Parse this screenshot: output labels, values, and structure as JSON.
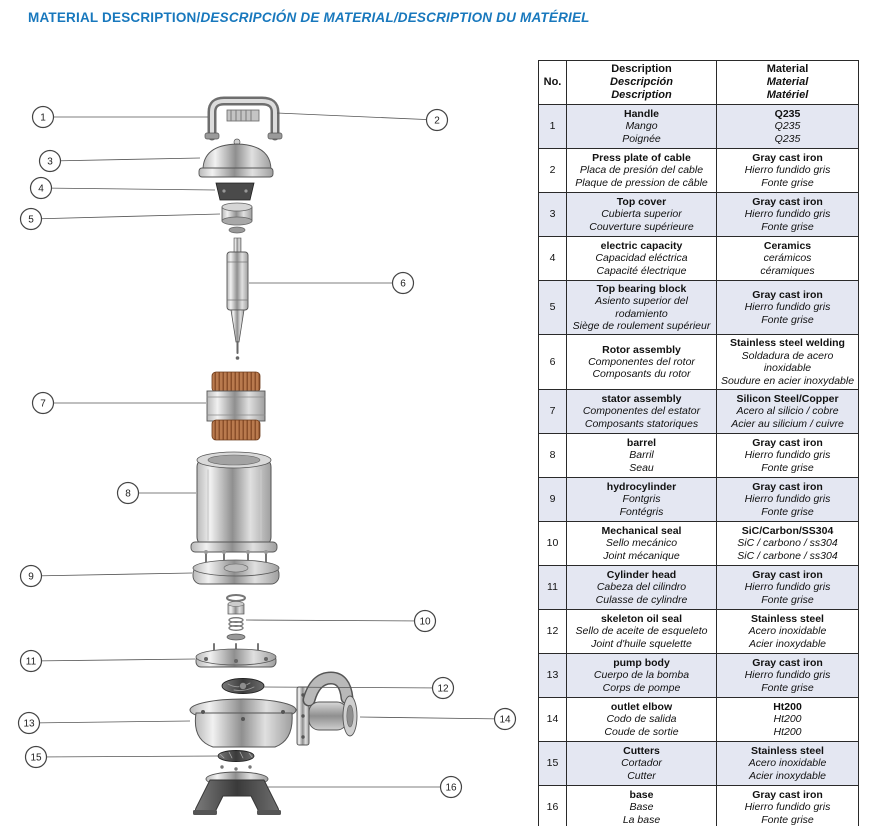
{
  "title": {
    "primary": "MATERIAL DESCRIPTION/",
    "secondary": "DESCRIPCIÓN DE MATERIAL/DESCRIPTION DU MATÉRIEL"
  },
  "table": {
    "headers": {
      "no": "No.",
      "description": [
        "Description",
        "Descripción",
        "Description"
      ],
      "material": [
        "Material",
        "Material",
        "Matériel"
      ]
    },
    "rows": [
      {
        "no": "1",
        "description": [
          "Handle",
          "Mango",
          "Poignée"
        ],
        "material": [
          "Q235",
          "Q235",
          "Q235"
        ]
      },
      {
        "no": "2",
        "description": [
          "Press plate of cable",
          "Placa de presión del cable",
          "Plaque de pression de câble"
        ],
        "material": [
          "Gray cast iron",
          "Hierro fundido gris",
          "Fonte grise"
        ]
      },
      {
        "no": "3",
        "description": [
          "Top cover",
          "Cubierta superior",
          "Couverture supérieure"
        ],
        "material": [
          "Gray cast iron",
          "Hierro fundido gris",
          "Fonte grise"
        ]
      },
      {
        "no": "4",
        "description": [
          "electric capacity",
          "Capacidad eléctrica",
          "Capacité électrique"
        ],
        "material": [
          "Ceramics",
          "cerámicos",
          "céramiques"
        ]
      },
      {
        "no": "5",
        "description": [
          "Top bearing block",
          "Asiento superior del rodamiento",
          "Siège de roulement supérieur"
        ],
        "material": [
          "Gray cast iron",
          "Hierro fundido gris",
          "Fonte grise"
        ]
      },
      {
        "no": "6",
        "description": [
          "Rotor assembly",
          "Componentes del rotor",
          "Composants du rotor"
        ],
        "material": [
          "Stainless steel welding",
          "Soldadura de acero inoxidable",
          "Soudure en acier inoxydable"
        ]
      },
      {
        "no": "7",
        "description": [
          "stator assembly",
          "Componentes del estator",
          "Composants statoriques"
        ],
        "material": [
          "Silicon Steel/Copper",
          "Acero al silicio / cobre",
          "Acier au silicium / cuivre"
        ]
      },
      {
        "no": "8",
        "description": [
          "barrel",
          "Barril",
          "Seau"
        ],
        "material": [
          "Gray cast iron",
          "Hierro fundido gris",
          "Fonte grise"
        ]
      },
      {
        "no": "9",
        "description": [
          "hydrocylinder",
          "Fontgris",
          "Fontégris"
        ],
        "material": [
          "Gray cast iron",
          "Hierro fundido gris",
          "Fonte grise"
        ]
      },
      {
        "no": "10",
        "description": [
          "Mechanical seal",
          "Sello mecánico",
          "Joint mécanique"
        ],
        "material": [
          "SiC/Carbon/SS304",
          "SiC / carbono / ss304",
          "SiC / carbone / ss304"
        ]
      },
      {
        "no": "11",
        "description": [
          "Cylinder head",
          "Cabeza del cilindro",
          "Culasse de cylindre"
        ],
        "material": [
          "Gray cast iron",
          "Hierro fundido gris",
          "Fonte grise"
        ]
      },
      {
        "no": "12",
        "description": [
          "skeleton oil seal",
          "Sello de aceite de esqueleto",
          "Joint d'huile squelette"
        ],
        "material": [
          "Stainless steel",
          "Acero inoxidable",
          "Acier inoxydable"
        ]
      },
      {
        "no": "13",
        "description": [
          "pump body",
          "Cuerpo de la bomba",
          "Corps de pompe"
        ],
        "material": [
          "Gray cast iron",
          "Hierro fundido gris",
          "Fonte grise"
        ]
      },
      {
        "no": "14",
        "description": [
          "outlet elbow",
          "Codo de salida",
          "Coude de sortie"
        ],
        "material": [
          "Ht200",
          "Ht200",
          "Ht200"
        ]
      },
      {
        "no": "15",
        "description": [
          "Cutters",
          "Cortador",
          "Cutter"
        ],
        "material": [
          "Stainless steel",
          "Acero inoxidable",
          "Acier inoxydable"
        ]
      },
      {
        "no": "16",
        "description": [
          "base",
          "Base",
          "La base"
        ],
        "material": [
          "Gray cast iron",
          "Hierro fundido gris",
          "Fonte grise"
        ]
      }
    ]
  },
  "callouts": [
    "1",
    "2",
    "3",
    "4",
    "5",
    "6",
    "7",
    "8",
    "9",
    "10",
    "11",
    "12",
    "13",
    "14",
    "15",
    "16"
  ],
  "colors": {
    "title_blue": "#1878bd",
    "row_stripe": "#e4e7f2",
    "copper": "#b5774f"
  }
}
